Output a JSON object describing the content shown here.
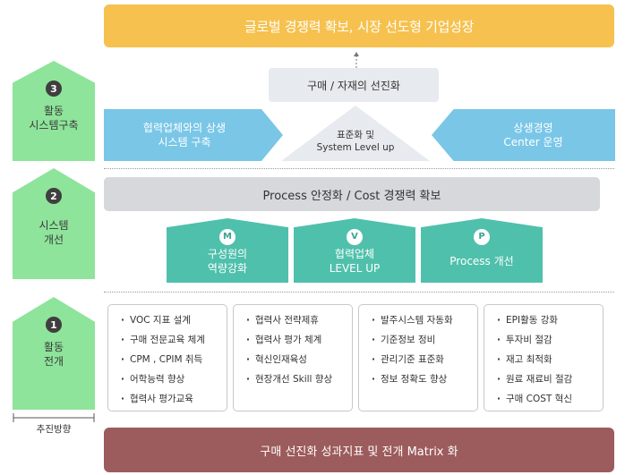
{
  "top_banner": "글로벌 경쟁력 확보, 시장 선도형 기업성장",
  "left": [
    {
      "num": "3",
      "label_line1": "활동",
      "label_line2": "시스템구축"
    },
    {
      "num": "2",
      "label_line1": "시스템",
      "label_line2": "개선"
    },
    {
      "num": "1",
      "label_line1": "활동",
      "label_line2": "전개"
    }
  ],
  "row3": {
    "purchase": "구매 / 자재의 선진화",
    "left_arrow_line1": "협력업체와의 상생",
    "left_arrow_line2": "시스템 구축",
    "center_line1": "표준화 및",
    "center_line2": "System Level up",
    "right_arrow_line1": "상생경영",
    "right_arrow_line2": "Center 운영"
  },
  "row2": {
    "process_bar": "Process 안정화 / Cost 경쟁력 확보",
    "pillars": [
      {
        "badge": "M",
        "line1": "구성원의",
        "line2": "역량강화"
      },
      {
        "badge": "V",
        "line1": "협력업체",
        "line2": "LEVEL UP"
      },
      {
        "badge": "P",
        "line1": "Process 개선",
        "line2": ""
      }
    ]
  },
  "row1": {
    "lists": [
      [
        "VOC 지표 설계",
        "구매 전문교육 체계",
        "CPM , CPIM 취득",
        "어학능력 향상",
        "협력사 평가교육"
      ],
      [
        "협력사 전략제휴",
        "협력사 평가 체계",
        "혁신인재육성",
        "현장개선 Skill 향상"
      ],
      [
        "발주시스템 자동화",
        "기준정보 정비",
        "관리기준 표준화",
        "정보 정확도 향상"
      ],
      [
        "EPI활동 강화",
        "투자비 절감",
        "재고 최적화",
        "원료 재료비 절감",
        "구매 COST 혁신"
      ]
    ]
  },
  "direction_label": "추진방향",
  "bottom_banner": "구매 선진화 성과지표 및 전개 Matrix 화",
  "colors": {
    "top": "#f6c14e",
    "pentagon": "#8ee49a",
    "blue": "#7ac6e7",
    "teal": "#4fc0ac",
    "bottom": "#9c5b5c"
  }
}
